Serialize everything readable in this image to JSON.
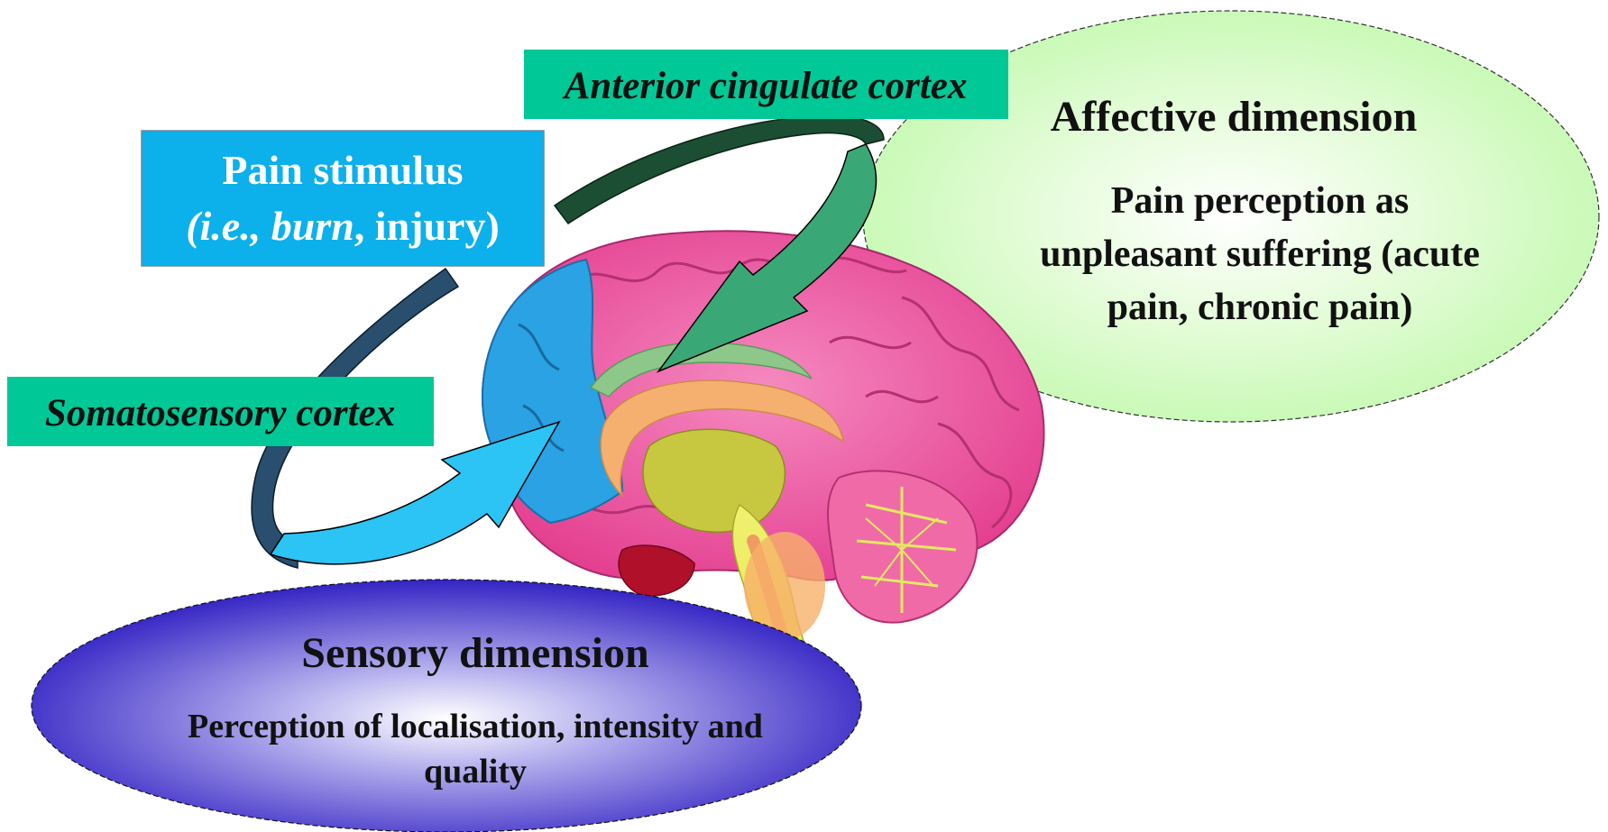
{
  "pain_stimulus": {
    "title": "Pain stimulus",
    "example_open": "(",
    "example_ie": "i.e.,",
    "example_burn": "burn",
    "example_rest": ", injury)"
  },
  "regions": {
    "anterior_cingulate": "Anterior cingulate cortex",
    "somatosensory": "Somatosensory cortex"
  },
  "affective": {
    "title": "Affective dimension",
    "lines": [
      "Pain perception as",
      "unpleasant suffering (acute",
      "pain, chronic pain)"
    ]
  },
  "sensory": {
    "title": "Sensory dimension",
    "lines": [
      "Perception of localisation, intensity and",
      "quality"
    ]
  },
  "colors": {
    "stimulus_box": "#0cb0ea",
    "region_label": "#00c896",
    "affective_ellipse": "#d2fcc4",
    "sensory_ellipse": "#3a2ec8",
    "brain_pink": "#e8509a",
    "frontal_blue": "#2a9ee0"
  },
  "icons": {
    "brain": "brain-illustration",
    "arrow_to_somatosensory": "curved-arrow-icon",
    "arrow_to_cingulate": "curved-arrow-icon"
  }
}
